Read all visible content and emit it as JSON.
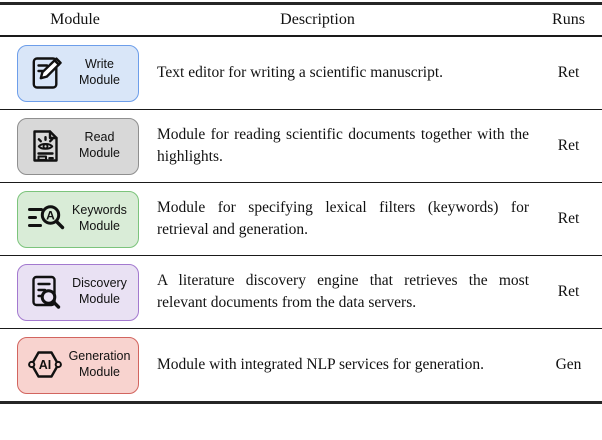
{
  "header": {
    "columns": [
      "Module",
      "Description",
      "Runs"
    ]
  },
  "rows": [
    {
      "module_name": "Write Module",
      "label_line1": "Write",
      "label_line2": "Module",
      "icon": "write-edit-document-icon",
      "badge_bg": "#d9e6f8",
      "badge_border": "#6d9eea",
      "description": "Text editor for writing a scientific manuscript.",
      "runs": "Ret"
    },
    {
      "module_name": "Read Module",
      "label_line1": "Read",
      "label_line2": "Module",
      "icon": "read-document-eye-icon",
      "badge_bg": "#d8d8d8",
      "badge_border": "#8f8f8f",
      "description": "Module for reading scientific documents together with the highlights.",
      "runs": "Ret"
    },
    {
      "module_name": "Keywords Module",
      "label_line1": "Keywords",
      "label_line2": "Module",
      "icon": "keywords-search-magnifier-icon",
      "icon_letter": "A",
      "badge_bg": "#d9ecd7",
      "badge_border": "#7cc47c",
      "description": "Module for specifying lexical filters (keywords) for retrieval and generation.",
      "runs": "Ret"
    },
    {
      "module_name": "Discovery Module",
      "label_line1": "Discovery",
      "label_line2": "Module",
      "icon": "discovery-document-magnifier-icon",
      "badge_bg": "#e9e1f3",
      "badge_border": "#a379cf",
      "description": "A literature discovery engine that retrieves the most relevant documents from the data servers.",
      "runs": "Ret"
    },
    {
      "module_name": "Generation Module",
      "label_line1": "Generation",
      "label_line2": "Module",
      "icon": "ai-hexagon-icon",
      "icon_letter": "AI",
      "badge_bg": "#f8d3cf",
      "badge_border": "#d2655f",
      "description": "Module with integrated NLP services for genera­tion.",
      "runs": "Gen"
    }
  ]
}
